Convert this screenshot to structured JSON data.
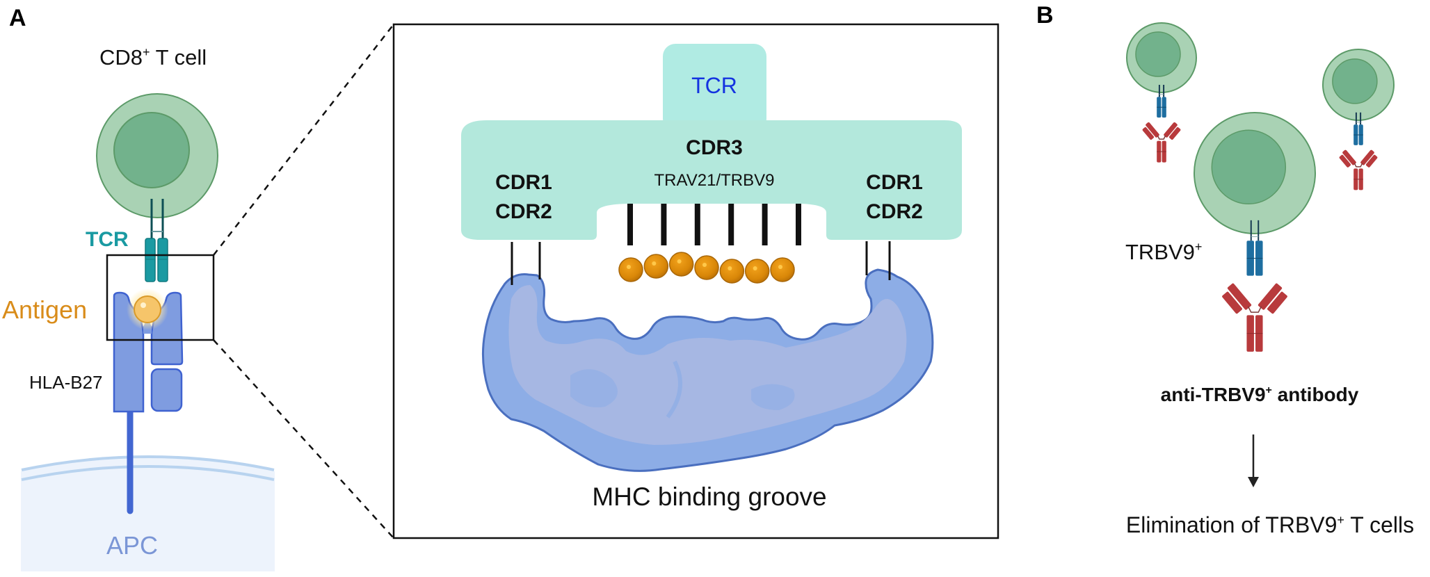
{
  "figure": {
    "panel_a": {
      "letter": "A",
      "t_cell_label": "CD8",
      "t_cell_label_sup": "+",
      "t_cell_label_suffix": " T cell",
      "tcr_label": "TCR",
      "antigen_label": "Antigen",
      "hla_label": "HLA-B27",
      "apc_label": "APC",
      "inset": {
        "tcr_label": "TCR",
        "cdr3_label": "CDR3",
        "gene_label": "TRAV21/TRBV9",
        "left_cdr1": "CDR1",
        "left_cdr2": "CDR2",
        "right_cdr1": "CDR1",
        "right_cdr2": "CDR2",
        "mhc_label": "MHC binding groove",
        "contact_bar_count": 6,
        "peptide_residue_count": 7
      }
    },
    "panel_b": {
      "letter": "B",
      "target_cell_label": "TRBV9",
      "target_cell_label_sup": "+",
      "antibody_label_prefix": "anti-TRBV9",
      "antibody_label_sup": "+",
      "antibody_label_suffix": " antibody",
      "outcome_prefix": "Elimination of TRBV9",
      "outcome_sup": "+",
      "outcome_suffix": " T cells"
    },
    "colors": {
      "cell_outer": "#a9d2b4",
      "cell_nucleus": "#72b28c",
      "cell_stroke": "#5c9a68",
      "tcr_teal": "#1a9aa2",
      "tcr_blue": "#1e6ea0",
      "antibody_red": "#b83a3c",
      "mhc_blue": "#7b98de",
      "mhc_light": "#a8b7e3",
      "antigen_orange": "#d98c1a",
      "inset_teal": "#b3e8dc",
      "tcr_text_blue": "#1433e0",
      "apc_text": "#7b96d6"
    }
  }
}
